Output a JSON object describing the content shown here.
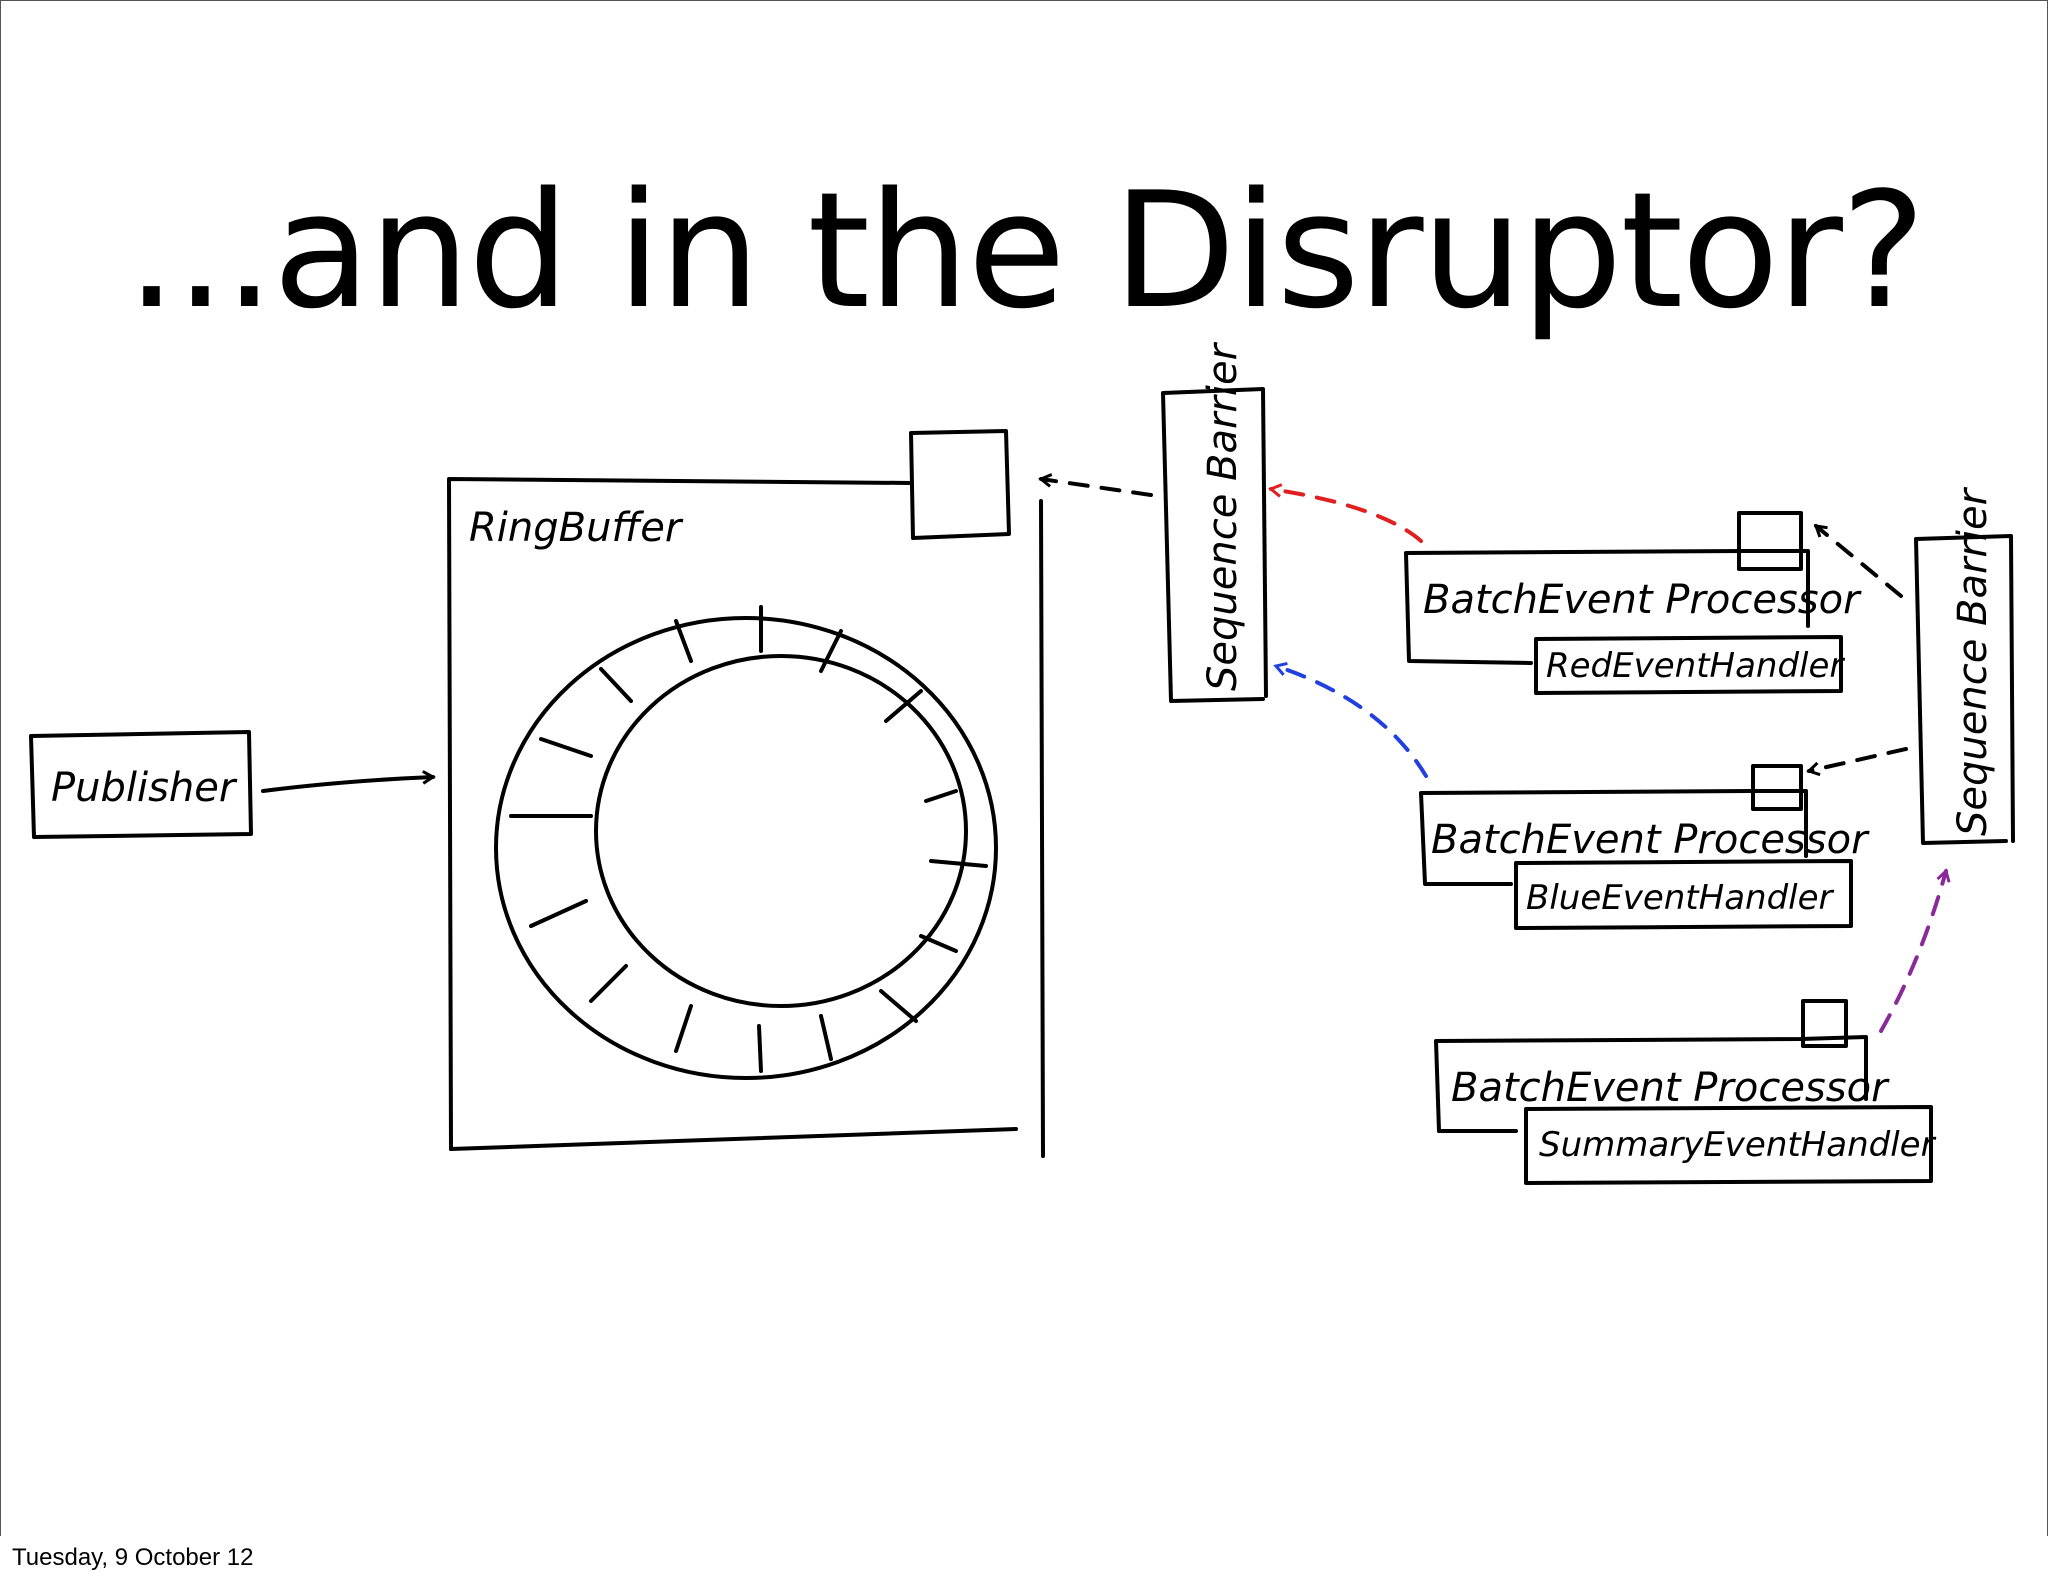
{
  "slide": {
    "title": "...and in the Disruptor?",
    "footer": "Tuesday, 9 October 12"
  },
  "diagram": {
    "publisher": "Publisher",
    "ring_buffer": "RingBuffer",
    "sequence_barrier_1": "Sequence Barrier",
    "sequence_barrier_2": "Sequence Barrier",
    "processors": [
      {
        "label": "BatchEvent Processor",
        "handler": "RedEventHandler"
      },
      {
        "label": "BatchEvent Processor",
        "handler": "BlueEventHandler"
      },
      {
        "label": "BatchEvent Processor",
        "handler": "SummaryEventHandler"
      }
    ],
    "colors": {
      "red": "#e02020",
      "blue": "#2040e0",
      "purple": "#8a2a9a",
      "black": "#000000"
    }
  }
}
